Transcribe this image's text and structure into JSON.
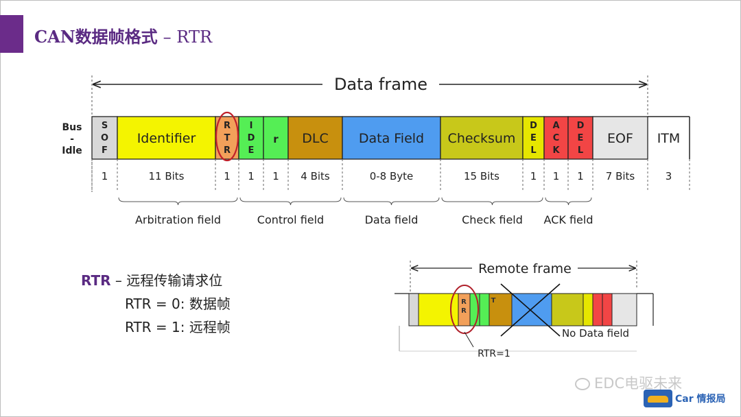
{
  "title": {
    "main": "CAN数据帧格式",
    "suffix": "–  RTR"
  },
  "data_frame": {
    "span_label": "Data frame",
    "bus_idle": [
      "Bus",
      "-",
      "Idle"
    ],
    "fields": [
      {
        "label": "SOF",
        "stack": [
          "S",
          "O",
          "F"
        ],
        "color": "#d8d8d8",
        "count": "1"
      },
      {
        "label": "Identifier",
        "color": "#f4f400",
        "count": "11 Bits"
      },
      {
        "label": "RTR",
        "stack": [
          "R",
          "T",
          "R"
        ],
        "color": "#f2a05a",
        "count": "1"
      },
      {
        "label": "IDE",
        "stack": [
          "I",
          "D",
          "E"
        ],
        "color": "#55ee55",
        "count": "1"
      },
      {
        "label": "r",
        "color": "#55ee55",
        "count": "1"
      },
      {
        "label": "DLC",
        "color": "#c8900e",
        "count": "4 Bits"
      },
      {
        "label": "Data Field",
        "color": "#4f9cf0",
        "count": "0-8 Byte"
      },
      {
        "label": "Checksum",
        "color": "#c8c81a",
        "count": "15 Bits"
      },
      {
        "label": "DEL",
        "stack": [
          "D",
          "E",
          "L"
        ],
        "color": "#e6e600",
        "count": "1"
      },
      {
        "label": "ACK",
        "stack": [
          "A",
          "C",
          "K"
        ],
        "color": "#f24545",
        "count": "1"
      },
      {
        "label": "DEL",
        "stack": [
          "D",
          "E",
          "L"
        ],
        "color": "#f24545",
        "count": "1"
      },
      {
        "label": "EOF",
        "color": "#e6e6e6",
        "count": "7 Bits"
      },
      {
        "label": "ITM",
        "color": "#ffffff",
        "count": "3"
      }
    ],
    "groups": [
      "Arbitration field",
      "Control field",
      "Data field",
      "Check field",
      "ACK field"
    ]
  },
  "remote_frame": {
    "span_label": "Remote frame",
    "rtr_letters": [
      "R",
      "R"
    ],
    "t_label": "T",
    "no_data_label": "No Data field",
    "rtr_note": "RTR=1"
  },
  "rtr_desc": {
    "key": "RTR",
    "rest": " – 远程传输请求位",
    "line2": "RTR = 0: 数据帧",
    "line3": "RTR = 1: 远程帧"
  },
  "watermark": {
    "text": "EDC电驱未来",
    "logo_text": "Car 情报局"
  }
}
